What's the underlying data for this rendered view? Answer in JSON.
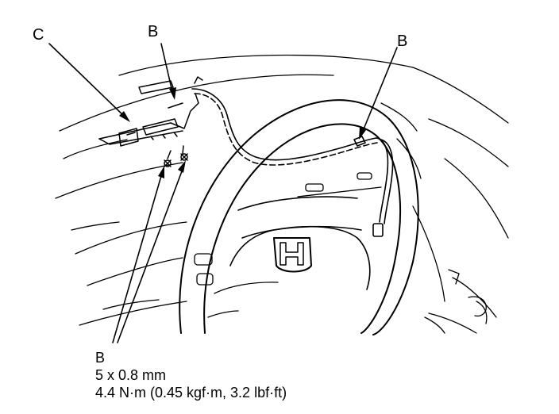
{
  "callouts": {
    "c": "C",
    "b_top_left": "B",
    "b_top_right": "B",
    "b_bottom": "B"
  },
  "fastener_spec": {
    "size": "5 x 0.8 mm",
    "torque": "4.4 N·m (0.45 kgf·m, 3.2 lbf·ft)"
  },
  "drawing": {
    "emblem": "steering-wheel-logo",
    "line_color": "#000000",
    "background": "#ffffff"
  }
}
